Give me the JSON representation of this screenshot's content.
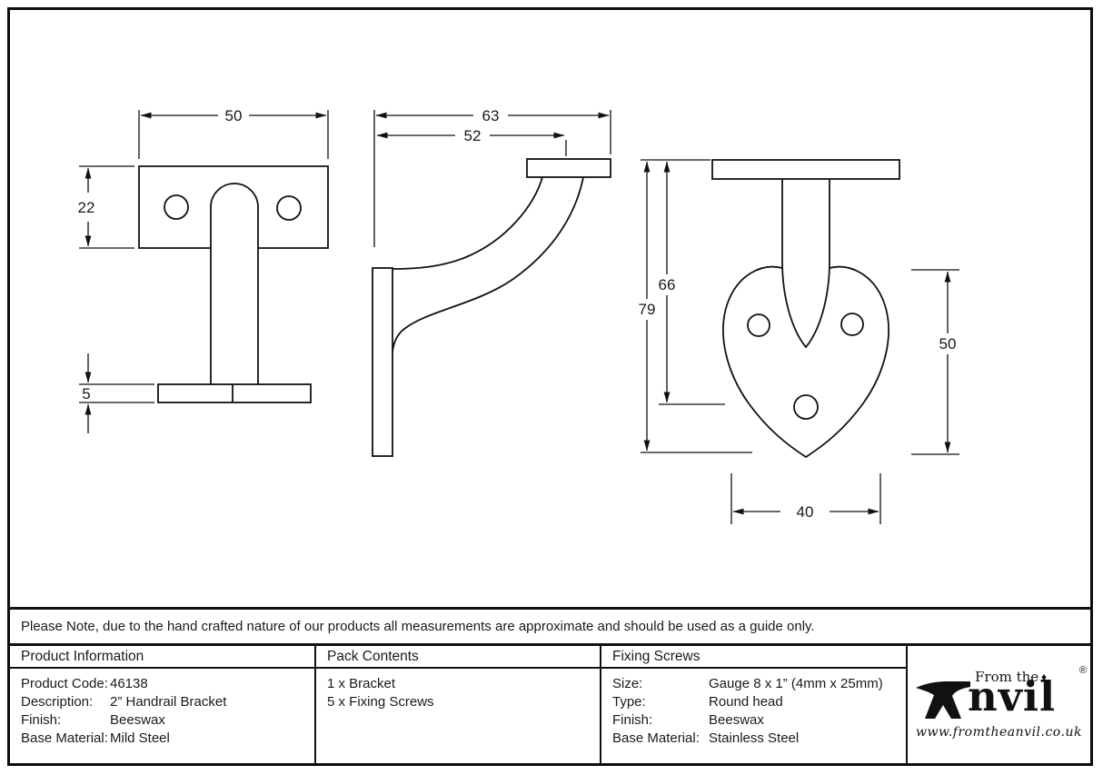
{
  "note": "Please Note, due to the hand crafted nature of our products all measurements are approximate and should be used as a guide only.",
  "drawing": {
    "dims": {
      "front_width": "50",
      "front_plate_height": "22",
      "base_plate_thickness": "5",
      "side_overall_depth": "63",
      "side_inner_depth": "52",
      "overall_height": "79",
      "hole_centre_height": "66",
      "backplate_height": "50",
      "backplate_width": "40"
    }
  },
  "table": {
    "product_information": {
      "title": "Product Information",
      "rows": [
        {
          "label": "Product Code:",
          "value": "46138"
        },
        {
          "label": "Description:",
          "value": "2” Handrail Bracket"
        },
        {
          "label": "Finish:",
          "value": "Beeswax"
        },
        {
          "label": "Base Material:",
          "value": "Mild Steel"
        }
      ]
    },
    "pack_contents": {
      "title": "Pack Contents",
      "items": [
        "1 x Bracket",
        "5 x Fixing Screws"
      ]
    },
    "fixing_screws": {
      "title": "Fixing Screws",
      "rows": [
        {
          "label": "Size:",
          "value": "Gauge 8 x 1” (4mm x 25mm)"
        },
        {
          "label": "Type:",
          "value": "Round head"
        },
        {
          "label": "Finish:",
          "value": "Beeswax"
        },
        {
          "label": "Base Material:",
          "value": "Stainless Steel"
        }
      ]
    },
    "logo": {
      "tagline": "From the",
      "diamond": "♦",
      "brand": "nvil",
      "registered": "®",
      "url": "www.fromtheanvil.co.uk"
    }
  }
}
